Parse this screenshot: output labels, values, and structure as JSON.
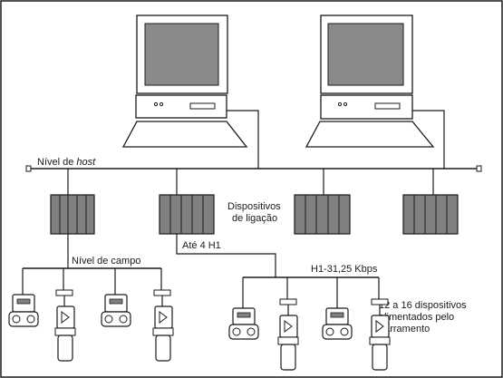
{
  "labels": {
    "host_level_prefix": "Nível de ",
    "host_level_word": "host",
    "linking_devices_line1": "Dispositivos",
    "linking_devices_line2": "de ligação",
    "up_to_h1": "Até 4 H1",
    "field_level": "Nível de campo",
    "h1_speed": "H1-31,25 Kbps",
    "powered_line1": "12 a 16 dispositivos",
    "powered_line2": "alimentados pelo",
    "powered_line3": "barramento"
  },
  "colors": {
    "line": "#1a1a1a",
    "screen": "#8a8a8a",
    "gateway_fill": "#808080",
    "device_fill": "#ffffff"
  }
}
